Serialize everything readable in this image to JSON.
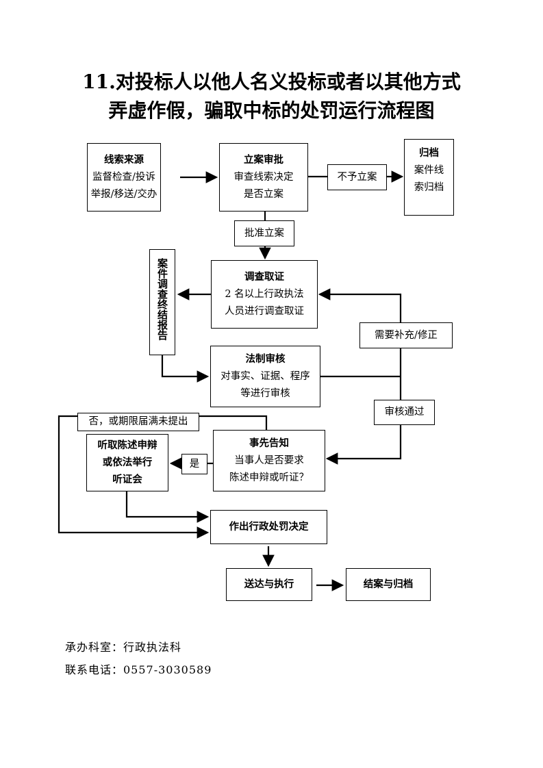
{
  "title": {
    "line1": "11.对投标人以他人名义投标或者以其他方式",
    "line2": "弄虚作假，骗取中标的处罚运行流程图"
  },
  "nodes": {
    "source": {
      "title": "线索来源",
      "lines": [
        "监督检查/投诉",
        "举报/移送/交办"
      ]
    },
    "approval": {
      "title": "立案审批",
      "lines": [
        "审查线索决定",
        "是否立案"
      ]
    },
    "no_case": {
      "label": "不予立案"
    },
    "archive": {
      "title": "归档",
      "lines": [
        "案件线",
        "索归档"
      ]
    },
    "approved": {
      "label": "批准立案"
    },
    "report": {
      "label": "案件调查终结报告"
    },
    "investigate": {
      "title": "调查取证",
      "lines": [
        "2 名以上行政执法",
        "人员进行调查取证"
      ]
    },
    "need_fix": {
      "label": "需要补充/修正"
    },
    "legal_review": {
      "title": "法制审核",
      "lines": [
        "对事实、证据、程序",
        "等进行审核"
      ]
    },
    "review_passed": {
      "label": "审核通过"
    },
    "no_or_expired": {
      "label": "否，或期限届满未提出"
    },
    "hearing": {
      "lines": [
        "听取陈述申辩",
        "或依法举行",
        "听证会"
      ]
    },
    "yes": {
      "label": "是"
    },
    "notice": {
      "title": "事先告知",
      "lines": [
        "当事人是否要求",
        "陈述申辩或听证？"
      ]
    },
    "decision": {
      "label": "作出行政处罚决定"
    },
    "deliver": {
      "label": "送达与执行"
    },
    "close": {
      "label": "结案与归档"
    }
  },
  "footer": {
    "dept": "承办科室：行政执法科",
    "phone": "联系电话：0557-3030589"
  }
}
